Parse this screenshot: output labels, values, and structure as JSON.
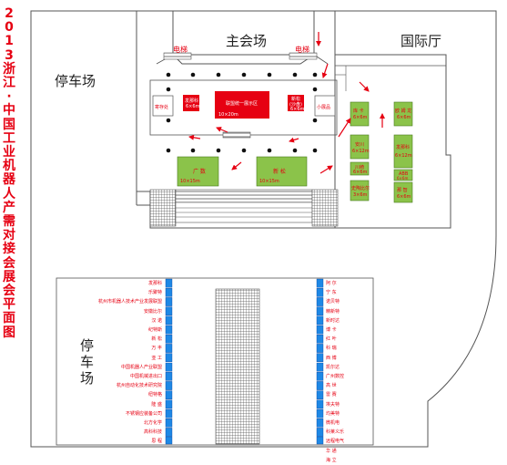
{
  "title": "2013浙江·中国工业机器人产需对接会 展会平面图",
  "areas": {
    "main_hall": "主会场",
    "intl_hall": "国际厅",
    "parking_top": "停车场",
    "parking_bottom": "停车场",
    "elevator_left": "电梯",
    "elevator_right": "电梯"
  },
  "booths": {
    "storage": "寄存处",
    "left_red_name": "发那科",
    "left_red_size": "6×6m",
    "center_name": "联盟统一展示区",
    "center_size": "10×20m",
    "right_red_name": "新松",
    "right_red_sub": "(沙盘)",
    "right_red_size": "6×6m",
    "small_expo": "小展品",
    "green_left_name": "广 数",
    "green_left_size": "10×15m",
    "green_mid_name": "新 松",
    "green_mid_size": "10×15m",
    "intl_left_top_name": "库 卡",
    "intl_left_top_size": "6×6m",
    "intl_left_mid_name": "安川",
    "intl_left_mid_size": "6×12m",
    "intl_left_low_name": "川崎",
    "intl_left_low_size": "6×6m",
    "intl_left_bot_name": "史陶比尔",
    "intl_left_bot_size": "3×6m",
    "intl_right_top_name": "欧 姆 龙",
    "intl_right_top_size": "6×6m",
    "intl_right_mid_name": "发那科",
    "intl_right_mid_size": "6×12m",
    "intl_right_low_name": "ABB",
    "intl_right_low_size": "6×6m",
    "intl_right_bot_name": "那 智",
    "intl_right_bot_size": "6×6m"
  },
  "left_column": [
    "发那科",
    "乐聚特",
    "杭州市机器人技术产业发展联盟",
    "安徽比尔",
    "汉 诺",
    "纪特斯",
    "新 松",
    "万 丰",
    "亚 工",
    "",
    "",
    "中国机器人产业联盟",
    "中国机械进出口",
    "杭州自动化技术研究院",
    "纽特格",
    "隆 盛",
    "不锈钢应装备公司",
    "北方化学",
    "高科科技",
    "思 程"
  ],
  "right_column": [
    "阿 尔",
    "宁 东",
    "诺贝特",
    "精新特",
    "新时达",
    "博 卡",
    "红 叶",
    "科 瑞",
    "西 博",
    "",
    "",
    "凯尔达",
    "广州数控",
    "高 世",
    "雷 赛",
    "埃夫特",
    "均美特",
    "微机电",
    "科莱义乐",
    "远程电气",
    "华 通",
    "海 立"
  ],
  "colors": {
    "red": "#e60012",
    "green": "#8bc34a",
    "blue": "#1e88e5",
    "line": "#555555",
    "hatch": "#777777"
  }
}
